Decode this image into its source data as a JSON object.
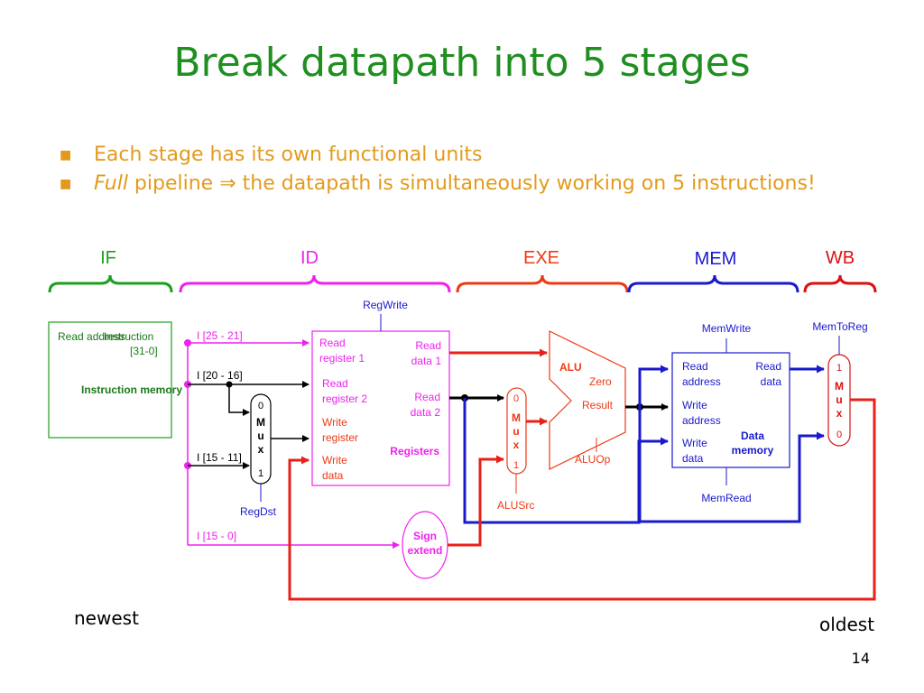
{
  "title": "Break datapath into 5 stages",
  "bullets": [
    {
      "text": "Each stage has its own functional units"
    },
    {
      "italic": "Full",
      "text": " pipeline ⇒ the datapath is simultaneously working on 5 instructions!"
    }
  ],
  "stages": {
    "if": "IF",
    "id": "ID",
    "exe": "EXE",
    "mem": "MEM",
    "wb": "WB"
  },
  "colors": {
    "if": "#1f9f1f",
    "id": "#ee22ee",
    "exe": "#ee3a14",
    "mem": "#1a1acc",
    "wb": "#dd1111",
    "title": "#1f8f1f",
    "bullets": "#e39a1c"
  },
  "instr_mem": {
    "read_address": "Read address",
    "instruction": "Instruction",
    "bits": "[31-0]",
    "name": "Instruction memory"
  },
  "id_signals": {
    "regwrite": "RegWrite",
    "i25": "I [25 - 21]",
    "i20": "I [20 - 16]",
    "i15": "I [15 - 11]",
    "i15_0": "I [15 - 0]",
    "regdst": "RegDst"
  },
  "registers": {
    "read_reg1": "Read register 1",
    "read_reg2": "Read register 2",
    "write_reg": "Write register",
    "write_data": "Write data",
    "read_data1": "Read data 1",
    "read_data2": "Read data 2",
    "name": "Registers"
  },
  "mux_regdst": {
    "top": "0",
    "label": "Mux",
    "bottom": "1"
  },
  "mux_alusrc": {
    "top": "0",
    "label": "Mux",
    "bottom": "1"
  },
  "mux_memtoreg": {
    "top": "1",
    "label": "Mux",
    "bottom": "0"
  },
  "sign_extend": "Sign extend",
  "alu": {
    "name": "ALU",
    "zero": "Zero",
    "result": "Result",
    "aluop": "ALUOp",
    "alusrc": "ALUSrc"
  },
  "data_mem": {
    "memwrite": "MemWrite",
    "memread": "MemRead",
    "read_address": "Read address",
    "write_address": "Write address",
    "write_data": "Write data",
    "read_data": "Read data",
    "name": "Data memory"
  },
  "memtoreg": "MemToReg",
  "newest": "newest",
  "oldest": "oldest",
  "page": "14"
}
